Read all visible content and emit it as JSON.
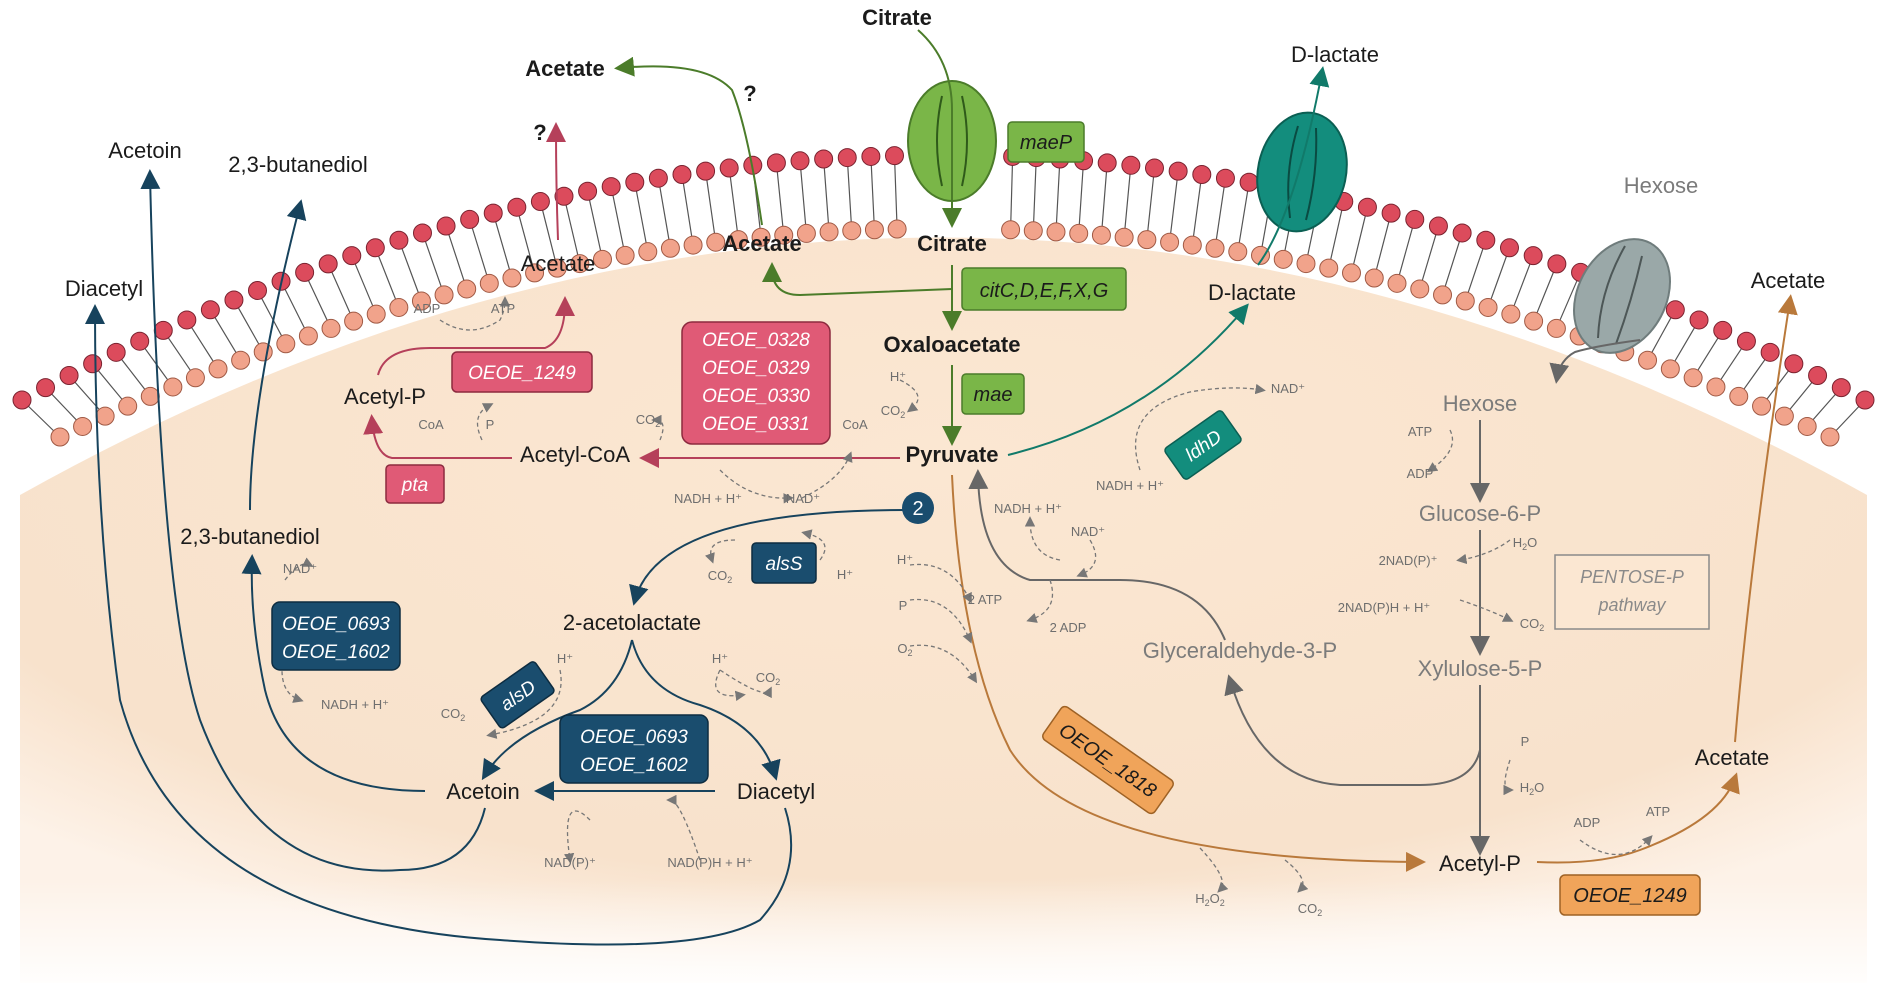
{
  "labels": {
    "citrate_out": "Citrate",
    "acetate_out_top": "Acetate",
    "q1": "?",
    "q2": "?",
    "d_lactate_out": "D-lactate",
    "acetoin_out": "Acetoin",
    "butanediol_out": "2,3-butanediol",
    "diacetyl_out": "Diacetyl",
    "hexose_out": "Hexose",
    "acetate_out_right": "Acetate",
    "acetate_in_left": "Acetate",
    "acetate_green": "Acetate",
    "citrate_in": "Citrate",
    "oxaloacetate": "Oxaloacetate",
    "pyruvate": "Pyruvate",
    "d_lactate_in": "D-lactate",
    "acetyl_p_left": "Acetyl-P",
    "acetyl_coa": "Acetyl-CoA",
    "butanediol_in": "2,3-butanediol",
    "acetolactate": "2-acetolactate",
    "acetoin_in": "Acetoin",
    "diacetyl_in": "Diacetyl",
    "hexose_in": "Hexose",
    "glucose6p": "Glucose-6-P",
    "xylulose5p": "Xylulose-5-P",
    "gap": "Glyceraldehyde-3-P",
    "acetyl_p_right": "Acetyl-P",
    "acetate_in_right": "Acetate",
    "pentose_line1": "PENTOSE-P",
    "pentose_line2": "pathway",
    "two": "2"
  },
  "enzymes": {
    "maeP": "maeP",
    "citC": "citC,D,E,F,X,G",
    "mae": "mae",
    "oeoe_1249_top": "OEOE_1249",
    "oeoe_cluster": [
      "OEOE_0328",
      "OEOE_0329",
      "OEOE_0330",
      "OEOE_0331"
    ],
    "pta": "pta",
    "ldhD": "ldhD",
    "alsS": "alsS",
    "alsD": "alsD",
    "oeoe_0693_a": [
      "OEOE_0693",
      "OEOE_1602"
    ],
    "oeoe_0693_b": [
      "OEOE_0693",
      "OEOE_1602"
    ],
    "oeoe_1818": "OEOE_1818",
    "oeoe_1249_bottom": "OEOE_1249"
  },
  "cofactors": {
    "adp1": "ADP",
    "atp1": "ATP",
    "coa1": "CoA",
    "p1": "P",
    "co2_a": "CO",
    "co2_a_sub": "2",
    "coa2": "CoA",
    "nadh_a": "NADH + H⁺",
    "nad_a": "NAD⁺",
    "h_mae": "H⁺",
    "co2_mae": "CO",
    "co2_mae_sub": "2",
    "nad_ldh": "NAD⁺",
    "nadh_ldh": "NADH + H⁺",
    "co2_als": "CO",
    "co2_als_sub": "2",
    "h_als": "H⁺",
    "nad_bd": "NAD⁺",
    "nadh_bd": "NADH + H⁺",
    "h_alsd": "H⁺",
    "co2_alsd": "CO",
    "co2_alsd_sub": "2",
    "h_dia": "H⁺",
    "co2_dia": "CO",
    "co2_dia_sub": "2",
    "nadp_ac": "NAD(P)⁺",
    "nadph_ac": "NAD(P)H + H⁺",
    "h_gly": "H⁺",
    "p_gly": "P",
    "o2_gly": "O",
    "o2_gly_sub": "2",
    "atp_gly": "2 ATP",
    "adp_gly": "2 ADP",
    "nadh_gly": "NADH + H⁺",
    "nad_gly": "NAD⁺",
    "atp_hex": "ATP",
    "adp_hex": "ADP",
    "h2o_g": "H",
    "h2o_g_sub": "2",
    "h2o_g_o": "O",
    "nadp2": "2NAD(P)⁺",
    "nadph2": "2NAD(P)H + H⁺",
    "co2_g": "CO",
    "co2_g_sub": "2",
    "p_x": "P",
    "h2o_x": "H",
    "h2o_x_sub": "2",
    "h2o_x_o": "O",
    "h2o2": "H",
    "h2o2_sub": "2",
    "h2o2_o": "O",
    "h2o2_sub2": "2",
    "co2_oe": "CO",
    "co2_oe_sub": "2",
    "adp2": "ADP",
    "atp2": "ATP"
  },
  "colors": {
    "cytoplasm": "#f9e4cf",
    "pink": "#e05a76",
    "navy": "#1a4d6e",
    "green": "#7ab648",
    "teal": "#138d7d",
    "grey": "#9aa8a8",
    "orange": "#f0a45a",
    "bead_red": "#dc4b5c",
    "bead_salmon": "#f1a38b"
  }
}
